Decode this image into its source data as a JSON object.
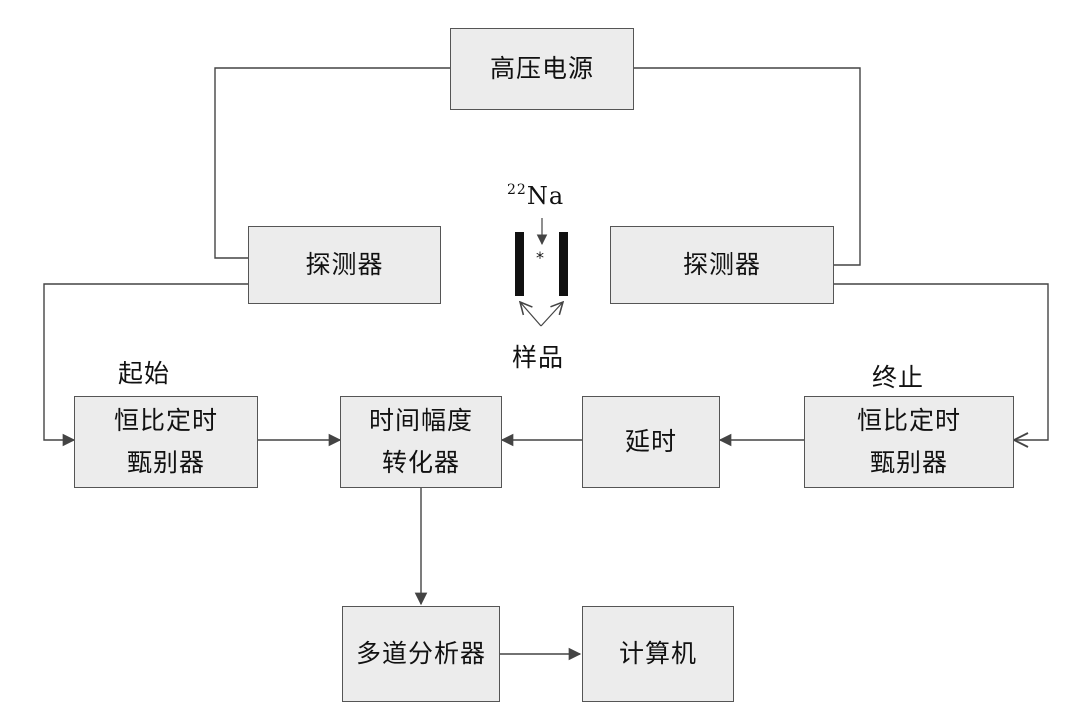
{
  "colors": {
    "box_fill": "#ececec",
    "line": "#444444",
    "source_bar": "#111111"
  },
  "boxes": {
    "hv": "高压电源",
    "det_left": "探测器",
    "det_right": "探测器",
    "cfd_left": [
      "恒比定时",
      "甄别器"
    ],
    "tac": [
      "时间幅度",
      "转化器"
    ],
    "delay": "延时",
    "cfd_right": [
      "恒比定时",
      "甄别器"
    ],
    "mca": "多道分析器",
    "computer": "计算机"
  },
  "labels": {
    "start": "起始",
    "stop": "终止",
    "isotope_mass": "22",
    "isotope_symbol": "Na",
    "star": "*",
    "sample": "样品"
  }
}
